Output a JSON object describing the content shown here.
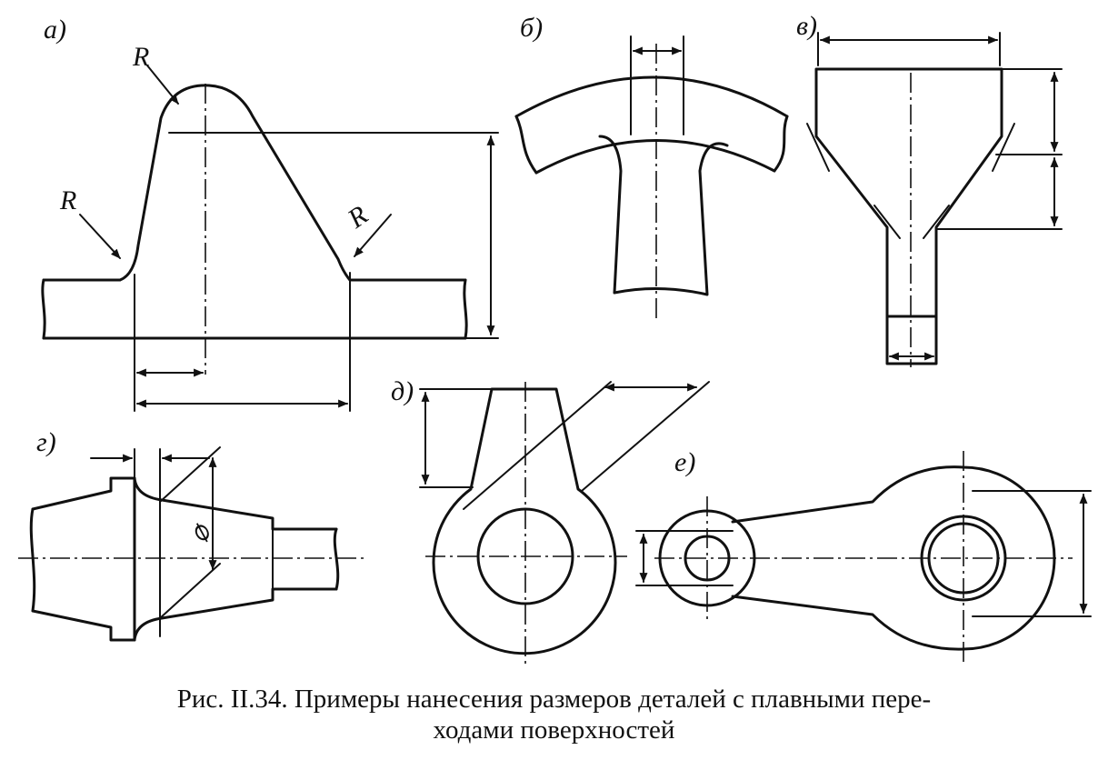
{
  "labels": {
    "a": "а)",
    "b": "б)",
    "v": "в)",
    "g": "г)",
    "d": "д)",
    "e": "е)"
  },
  "dims": {
    "radius_top": "R",
    "radius_left": "R",
    "radius_right": "R",
    "diameter": "⌀"
  },
  "caption": {
    "line1": "Рис. II.34. Примеры нанесения размеров деталей с плавными пере-",
    "line2": "ходами поверхностей"
  }
}
